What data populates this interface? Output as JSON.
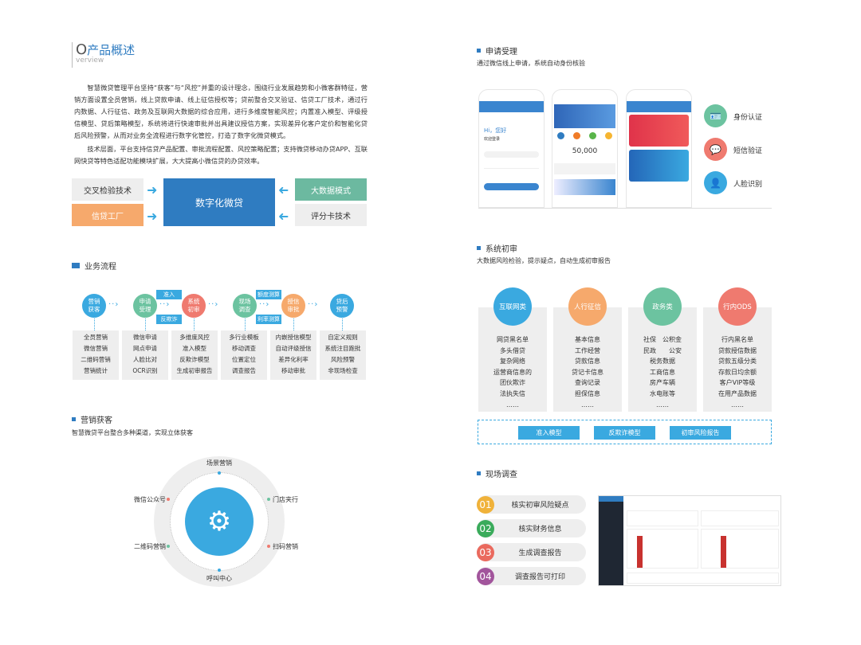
{
  "overview": {
    "title": "产品概述",
    "title_prefix": "O",
    "title_en": "verview",
    "paragraphs": [
      "智慧微贷管理平台坚持“获客”与“风控”并重的设计理念，围绕行业发展趋势和小微客群特征，营销方面设置全员营销，线上贷款申请、线上征信授权等；贷前整合交叉验证、信贷工厂技术，通过行内数据、人行征信、政务及互联网大数据的综合应用，进行多维度智能风控；内置准入模型、评级授信模型、贷后策略模型，系统将进行快速审批并出具建议授信方案，实现差异化客户定价和智能化贷后风险预警，从而对业务全流程进行数字化管控，打造了数字化微贷模式。",
      "技术层面，平台支持信贷产品配置、审批流程配置、风控策略配置；支持微贷移动办贷APP、互联网快贷等特色适配功能模块扩展，大大提高小微信贷的办贷效率。"
    ],
    "diagram": {
      "left": [
        "交叉检验技术",
        "信贷工厂"
      ],
      "center": "数字化微贷",
      "right": [
        "大数据模式",
        "评分卡技术"
      ]
    }
  },
  "flow": {
    "title": "业务流程",
    "steps": [
      {
        "label": "营销\n获客",
        "color": "#3aa9e0",
        "items": [
          "全员营销",
          "微信营销",
          "二维码营销",
          "营销统计"
        ]
      },
      {
        "label": "申请\n受理",
        "color": "#6cc3a0",
        "items": [
          "微信申请",
          "网点申请",
          "人脸比对",
          "OCR识别"
        ]
      },
      {
        "label": "系统\n初审",
        "color": "#ef7a6f",
        "items": [
          "多维度风控",
          "准入模型",
          "反欺诈模型",
          "生成初审报告"
        ]
      },
      {
        "label": "现场\n调查",
        "color": "#6cc3a0",
        "items": [
          "多行业模板",
          "移动调查",
          "位置定位",
          "调查报告"
        ]
      },
      {
        "label": "授信\n审批",
        "color": "#f6a96c",
        "items": [
          "内嵌授信模型",
          "自动评级授信",
          "差异化利率",
          "移动审批"
        ]
      },
      {
        "label": "贷后\n预警",
        "color": "#3aa9e0",
        "items": [
          "自定义规则",
          "系统注目跑批",
          "风险预警",
          "非现场检查"
        ]
      }
    ],
    "tags": [
      "准入",
      "反欺诈",
      "额度测算",
      "利率测算"
    ]
  },
  "marketing": {
    "title": "营销获客",
    "subtitle": "智慧微贷平台整合多种渠道，实现立体获客",
    "channels": [
      "场景营销",
      "门店夹行",
      "扫码营销",
      "呼叫中心",
      "二维码营销",
      "微信公众号"
    ]
  },
  "apply": {
    "title": "申请受理",
    "subtitle": "通过微信线上申请，系统自动身份核验",
    "phone1": {
      "greeting": "Hi，您好",
      "welcome": "欢迎登录"
    },
    "phone2": {
      "amount": "50,000"
    },
    "features": [
      "身份认证",
      "短信验证",
      "人脸识别"
    ]
  },
  "review": {
    "title": "系统初审",
    "subtitle": "大数据风险检验，提示疑点，自动生成初审报告",
    "categories": [
      {
        "name": "互联网类",
        "color": "#3aa9e0",
        "items": [
          "网贷黑名单",
          "多头借贷",
          "复杂网络",
          "运营商信息的",
          "团伙欺诈",
          "法执失信",
          "……"
        ]
      },
      {
        "name": "人行征信",
        "color": "#f6a96c",
        "items": [
          "基本信息",
          "工作经营",
          "贷款信息",
          "贷记卡信息",
          "查询记录",
          "担保信息",
          "……"
        ]
      },
      {
        "name": "政务类",
        "color": "#6cc3a0",
        "items": [
          "社保　公积金",
          "民政　　公安",
          "税务数据",
          "工商信息",
          "房产车辆",
          "水电账等",
          "……"
        ]
      },
      {
        "name": "行内ODS",
        "color": "#ef7a6f",
        "items": [
          "行内黑名单",
          "贷款授信数据",
          "贷款五级分类",
          "存款日均余额",
          "客户VIP等级",
          "在用产品数据",
          "……"
        ]
      }
    ],
    "buttons": [
      "准入模型",
      "反欺诈模型",
      "初审风险报告"
    ]
  },
  "survey": {
    "title": "现场调查",
    "steps": [
      {
        "num": "01",
        "label": "核实初审风险疑点",
        "color": "#f0b23a"
      },
      {
        "num": "02",
        "label": "核实财务信息",
        "color": "#3aab5b"
      },
      {
        "num": "03",
        "label": "生成调查报告",
        "color": "#ea6a5e"
      },
      {
        "num": "04",
        "label": "调查报告可打印",
        "color": "#a2559c"
      }
    ]
  }
}
